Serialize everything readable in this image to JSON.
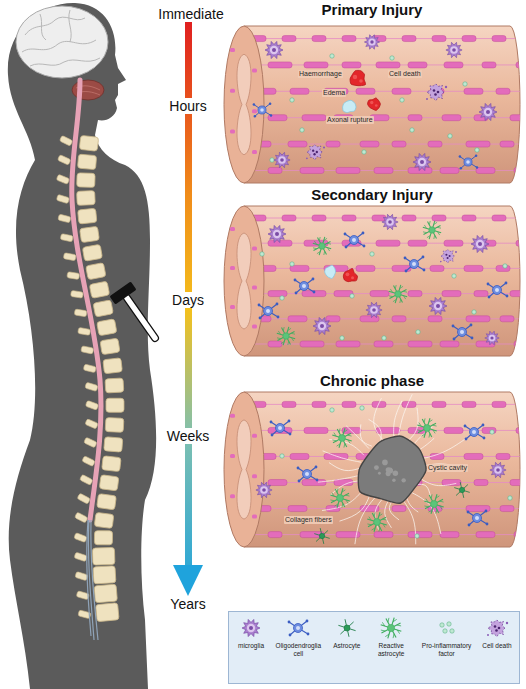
{
  "diagram": {
    "nodes": [
      {
        "text": [
          "Primary Injury",
          "Haemorrhage",
          "Cell death",
          "Edema",
          "Axonal rupture"
        ]
      },
      {
        "text": [
          "Secondary Injury"
        ]
      },
      {
        "text": [
          "Chronic phase",
          "Cystic cavity",
          "Collagen fibers"
        ]
      }
    ],
    "labels": [
      "Immediate",
      "Hours",
      "Days",
      "Weeks",
      "Years"
    ],
    "legend": [
      {
        "text": "microglia"
      },
      {
        "text": "Oligodendroglia cell"
      },
      {
        "text": "Astrocyte"
      },
      {
        "text": "Reactive astrocyte"
      },
      {
        "text": "Pro-inflammatory factor"
      },
      {
        "text": "Cell death"
      }
    ]
  }
}
